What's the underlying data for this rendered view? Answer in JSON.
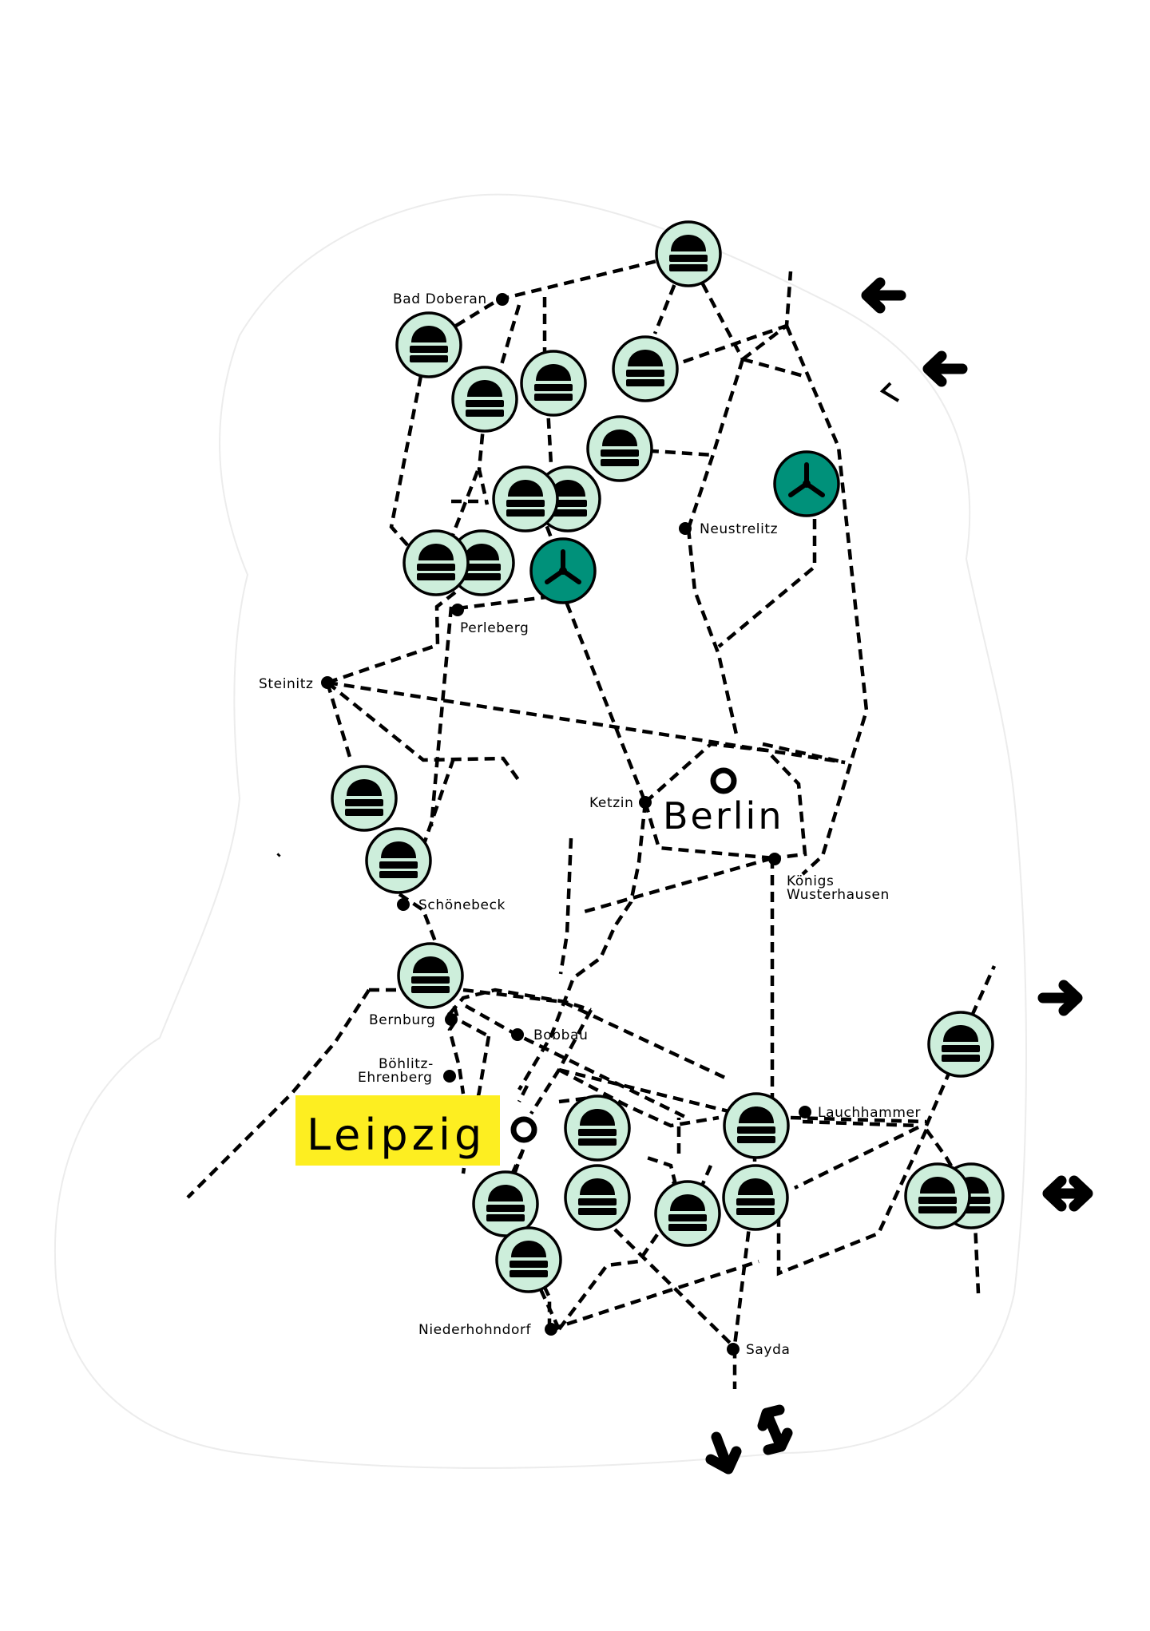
{
  "map": {
    "cities": {
      "berlin": "Berlin",
      "leipzig": "Leipzig"
    },
    "towns": {
      "bad_doberan": "Bad Doberan",
      "neustrelitz": "Neustrelitz",
      "perleberg": "Perleberg",
      "steinitz": "Steinitz",
      "ketzin": "Ketzin",
      "koenigs_1": "Königs",
      "koenigs_2": "Wusterhausen",
      "schoenebeck": "Schönebeck",
      "bernburg": "Bernburg",
      "bobbau": "Bobbau",
      "boehlitz_1": "Böhlitz-",
      "boehlitz_2": "Ehrenberg",
      "lauchhammer": "Lauchhammer",
      "niederhohndorf": "Niederhohndorf",
      "sayda": "Sayda"
    },
    "icons": {
      "solar": "solar-panel-icon",
      "wind": "wind-turbine-icon",
      "arrow": "direction-arrow-icon"
    },
    "colors": {
      "solar_fill": "#cdeedb",
      "wind_fill": "#00917a",
      "leipzig_highlight": "#fdee21"
    }
  }
}
